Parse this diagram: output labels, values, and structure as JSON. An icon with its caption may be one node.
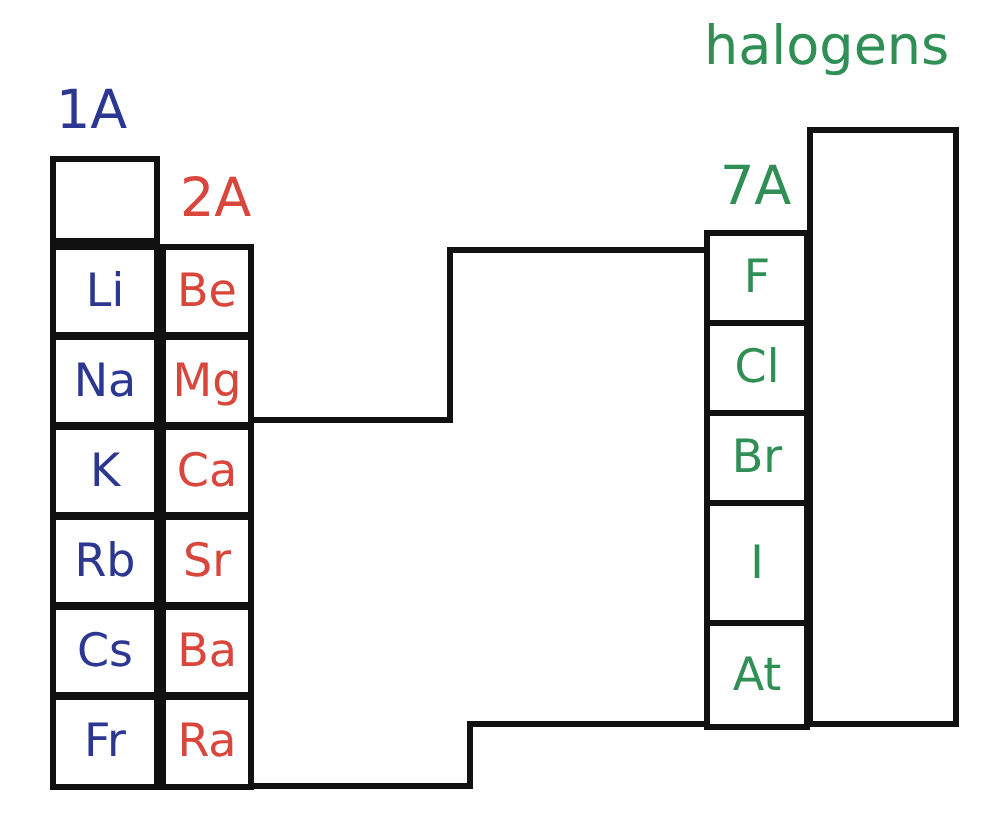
{
  "diagram": {
    "nodes": [
      {
        "text": [],
        "shape": "box"
      },
      {
        "text": [
          "Li"
        ]
      },
      {
        "text": [
          "Na"
        ]
      },
      {
        "text": [
          "K"
        ]
      },
      {
        "text": [
          "Rb"
        ]
      },
      {
        "text": [
          "Cs"
        ]
      },
      {
        "text": [
          "Fr"
        ]
      },
      {
        "text": [
          "Be"
        ]
      },
      {
        "text": [
          "Mg"
        ]
      },
      {
        "text": [
          "Ca"
        ]
      },
      {
        "text": [
          "Sr"
        ]
      },
      {
        "text": [
          "Ba"
        ]
      },
      {
        "text": [
          "Ra"
        ]
      },
      {
        "text": [
          "F"
        ]
      },
      {
        "text": [
          "Cl"
        ]
      },
      {
        "text": [
          "Br"
        ]
      },
      {
        "text": [
          "I"
        ]
      },
      {
        "text": [
          "At"
        ]
      }
    ],
    "labels": [
      "1A",
      "halogens",
      "2A",
      "7A"
    ]
  }
}
